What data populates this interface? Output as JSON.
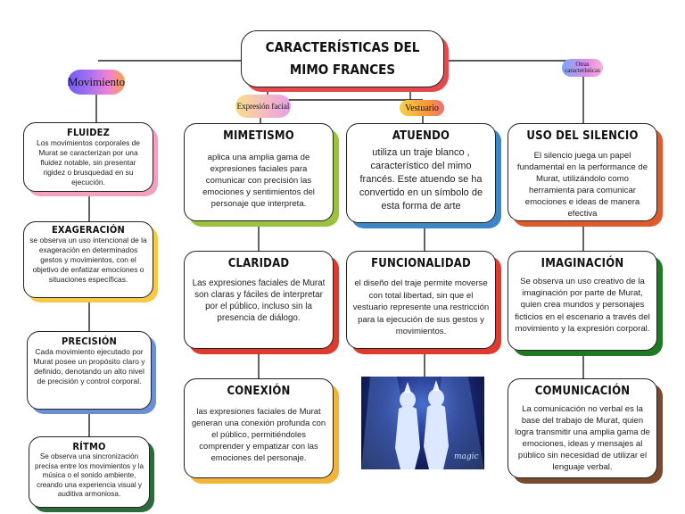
{
  "title": "CARACTERÍSTICAS DEL MIMO FRANCES",
  "branches": {
    "movimiento": "Movimiento",
    "expresion": "Expresión facial",
    "vestuario": "Vestuario",
    "otras": "Otras características"
  },
  "cards": {
    "fluidez": {
      "title": "FLUIDEZ",
      "body": "Los movimientos corporales de Murat se caracterizan por una fluidez notable, sin presentar rigidez o brusquedad en su ejecución."
    },
    "exageracion": {
      "title": "EXAGERACIÓN",
      "body": "se observa un uso intencional de la exageración en determinados gestos y movimientos, con el objetivo de enfatizar emociones o situaciones específicas."
    },
    "precision": {
      "title": "PRECISIÓN",
      "body": "Cada movimiento ejecutado por Murat posee un propósito claro y definido, denotando un alto nivel de precisión y control corporal."
    },
    "ritmo": {
      "title": "RÍTMO",
      "body": "Se observa una sincronización precisa entre los movimientos y la música o el sonido ambiente, creando una experiencia visual y auditiva armoniosa."
    },
    "mimetismo": {
      "title": "MIMETISMO",
      "body": "aplica una amplia gama de expresiones faciales para comunicar con precisión las emociones y sentimientos del personaje que interpreta."
    },
    "claridad": {
      "title": "CLARIDAD",
      "body": "Las expresiones faciales de Murat son claras y fáciles de interpretar por el público, incluso sin la presencia de diálogo."
    },
    "conexion": {
      "title": "CONEXIÓN",
      "body": "las expresiones faciales de Murat generan una conexión profunda con el público, permitiéndoles comprender y empatizar con las emociones del personaje."
    },
    "atuendo": {
      "title": "ATUENDO",
      "body": "utiliza un traje blanco , característico del mimo francés. Este atuendo se ha convertido en un símbolo de esta forma de arte"
    },
    "funcionalidad": {
      "title": "FUNCIONALIDAD",
      "body": "el diseño del traje permite moverse con total libertad, sin que el vestuario represente una restricción para la ejecución de sus gestos y movimientos."
    },
    "silencio": {
      "title": "USO DEL SILENCIO",
      "body": "El silencio juega un papel fundamental en la performance de Murat, utilizándolo como herramienta para comunicar emociones e ideas de manera efectiva"
    },
    "imaginacion": {
      "title": "IMAGINACIÓN",
      "body": "Se observa un uso creativo de la imaginación por parte de Murat, quien crea mundos y personajes ficticios en el escenario a través del movimiento y la expresión corporal."
    },
    "comunicacion": {
      "title": "COMUNICACIÓN",
      "body": "La comunicación no verbal es la base del trabajo de Murat, quien logra transmitir una amplia gama de emociones, ideas y mensajes al público sin necesidad de utilizar el lenguaje verbal."
    }
  },
  "colors": {
    "title_shadow": "#e5484d",
    "pink": "#f4a0bf",
    "yellow": "#f7c948",
    "blue": "#6b8fd6",
    "green": "#2e6b3c",
    "lime": "#9bc23c",
    "red": "#e03a2f",
    "sky": "#3b86c6",
    "orange_red": "#e05a2b",
    "dark_green": "#1f7a24",
    "brown": "#7a4a2e",
    "gold": "#f2b33a"
  },
  "photo": {
    "caption": "magic"
  }
}
